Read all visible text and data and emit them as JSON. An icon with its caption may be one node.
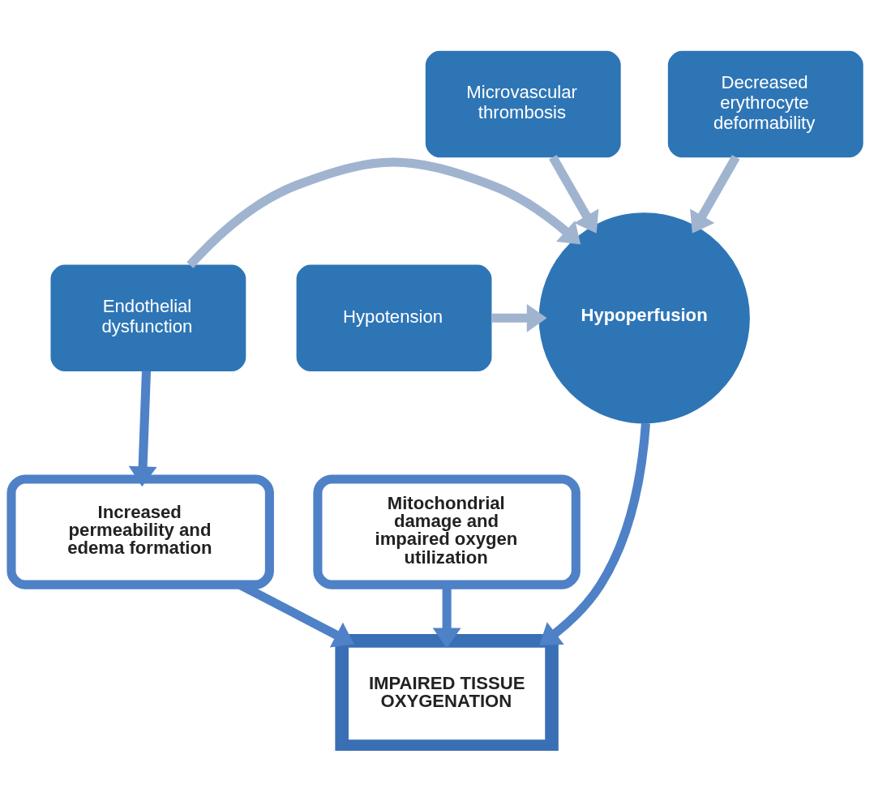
{
  "diagram": {
    "nodes": [
      {
        "text": [
          "Microvascular thrombosis"
        ]
      },
      {
        "text": [
          "Decreased erythrocyte deformability"
        ]
      },
      {
        "text": [
          "Hypotension"
        ]
      },
      {
        "text": [
          "Hypoperfusion"
        ]
      },
      {
        "text": [
          "Endothelial dysfunction"
        ]
      },
      {
        "text": [
          "Mitochondrial damage and impaired oxygen utilization"
        ]
      },
      {
        "text": [
          "Increased permeability and edema formation"
        ]
      },
      {
        "text": [
          "IMPAIRED TISSUE OXYGENATION"
        ]
      }
    ],
    "edges": [
      {
        "from": 0,
        "to": 3,
        "arrow": "to"
      },
      {
        "from": 1,
        "to": 3,
        "arrow": "to"
      },
      {
        "from": 2,
        "to": 3,
        "arrow": "to"
      },
      {
        "from": 4,
        "to": 3,
        "arrow": "to"
      },
      {
        "from": 4,
        "to": 6,
        "arrow": "to",
        "color": "#4f81c7"
      },
      {
        "from": 3,
        "to": 7,
        "arrow": "to",
        "color": "#4f81c7"
      },
      {
        "from": 5,
        "to": 7,
        "arrow": "to",
        "color": "#4f81c7"
      },
      {
        "from": 6,
        "to": 7,
        "arrow": "to",
        "color": "#4f81c7"
      }
    ]
  }
}
